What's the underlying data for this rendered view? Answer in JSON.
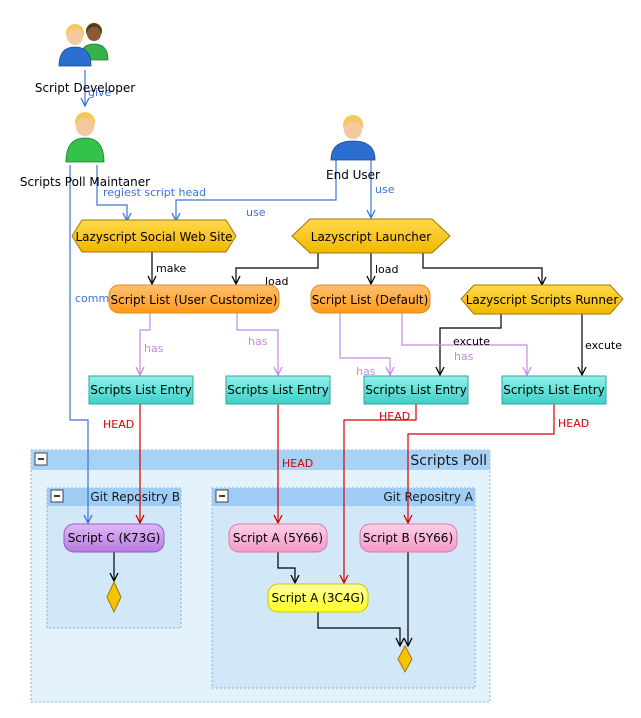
{
  "actors": {
    "developer": "Script Developer",
    "maintainer": "Scripts Poll Maintaner",
    "end_user": "End User"
  },
  "nodes": {
    "social_site": "Lazyscript Social Web Site",
    "launcher": "Lazyscript Launcher",
    "runner": "Lazyscript Scripts Runner",
    "list_user": "Script List (User Customize)",
    "list_default": "Script List (Default)",
    "entry": "Scripts List Entry",
    "script_c": "Script C (K73G)",
    "script_a_5y": "Script A (5Y66)",
    "script_b_5y": "Script B (5Y66)",
    "script_a_3c": "Script A (3C4G)"
  },
  "groups": {
    "poll": "Scripts Poll",
    "repo_b": "Git Repositry B",
    "repo_a": "Git Repositry A"
  },
  "edge_labels": {
    "give": "give",
    "regiest": "regiest script head",
    "use": "use",
    "make": "make",
    "load": "load",
    "commit": "commit",
    "has": "has",
    "excute": "excute",
    "head": "HEAD"
  },
  "colors": {
    "blue_edge": "#3a74d8",
    "black_edge": "#000000",
    "red_edge": "#d40000",
    "purple_edge": "#c58ae6",
    "hexagon": "#f5c400",
    "orange_node": "#ffa830",
    "teal_node": "#48d8d0",
    "pink_node": "#f7a8d0",
    "violet_node": "#c58ae6",
    "yellow_node": "#ffff30",
    "group_fill": "#d8ecfa",
    "group_header": "#9fcdf5"
  }
}
